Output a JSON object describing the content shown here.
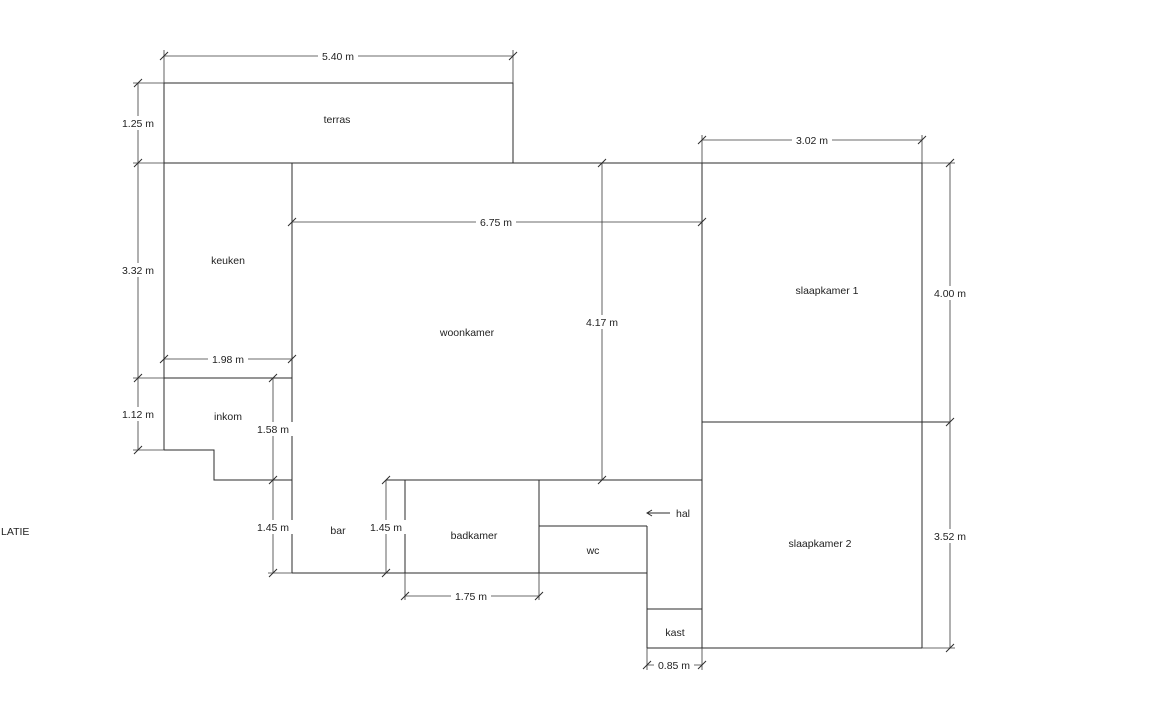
{
  "side_label": "LATIE",
  "rooms": {
    "terras": "terras",
    "keuken": "keuken",
    "woonkamer": "woonkamer",
    "slaapkamer1": "slaapkamer 1",
    "inkom": "inkom",
    "bar": "bar",
    "badkamer": "badkamer",
    "wc": "wc",
    "hal": "hal",
    "slaapkamer2": "slaapkamer 2",
    "kast": "kast"
  },
  "dimensions": {
    "terras_width": "5.40 m",
    "terras_depth": "1.25 m",
    "slaapkamer1_width": "3.02 m",
    "keuken_depth": "3.32 m",
    "woonkamer_width": "6.75 m",
    "woonkamer_depth": "4.17 m",
    "slaapkamer1_depth": "4.00 m",
    "keuken_width": "1.98 m",
    "inkom_depth": "1.12 m",
    "inkom_height": "1.58 m",
    "bar_depth": "1.45 m",
    "badkamer_depth": "1.45 m",
    "slaapkamer2_depth": "3.52 m",
    "badkamer_width": "1.75 m",
    "kast_width": "0.85 m"
  }
}
